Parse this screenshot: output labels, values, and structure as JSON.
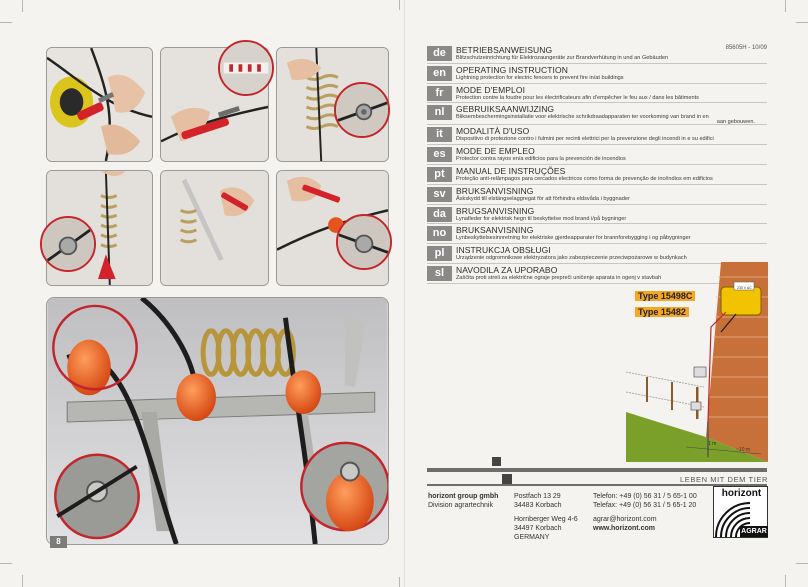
{
  "page": {
    "number": "8",
    "document_code": "85605H - 10/09"
  },
  "languages": [
    {
      "code": "de",
      "title": "BETRIEBSANWEISUNG",
      "desc": "Blitzschutzeinrichtung für Elektrozaungeräte zur Brandverhütung in und an Gebäuden"
    },
    {
      "code": "en",
      "title": "OPERATING INSTRUCTION",
      "desc": "Lightning protection for electric fencers to prevent fire in/at buildings"
    },
    {
      "code": "fr",
      "title": "MODE D'EMPLOI",
      "desc": "Protection contre la foudre pour les électrificateurs afin d'empêcher le feu aux / dans les bâtiments"
    },
    {
      "code": "nl",
      "title": "GEBRUIKSAANWIJZING",
      "desc": "Bliksembeschermingsinstallatie voor elektrische schrikdraadapparaten ter voorkoming van brand in en",
      "desc2": "aan gebouwen."
    },
    {
      "code": "it",
      "title": "MODALITÀ D'USO",
      "desc": "Dispositivo di protezione contro i fulmini per recinti elettrici per la prevenzione degli incendi in e su edifici"
    },
    {
      "code": "es",
      "title": "MODE DE EMPLEO",
      "desc": "Protector contra rayos en/a edificios para la prevención de incendios"
    },
    {
      "code": "pt",
      "title": "MANUAL DE INSTRUÇÕES",
      "desc": "Proteção anti-relâmpagos para cercados electricos como forma de prevenção de incêndios em edificios"
    },
    {
      "code": "sv",
      "title": "BRUKSANVISNING",
      "desc": "Åskskydd till elstängselaggregat för att förhindra eldsvåda i byggnader"
    },
    {
      "code": "da",
      "title": "BRUGSANVISNING",
      "desc": "Lynafleder for elektrisk hegn til beskyttelse mod brand i/på bygninger"
    },
    {
      "code": "no",
      "title": "BRUKSANVISNING",
      "desc": "Lynbeskyttelsesinnretning for elektriske gjerdeapparater for brannforebygging i og påbygninger"
    },
    {
      "code": "pl",
      "title": "INSTRUKCJA OBSŁUGI",
      "desc": "Urządzenie odgromnikowe elektryzatora jako zabezpieczenie przeciwpożarowe w budynkach"
    },
    {
      "code": "sl",
      "title": "NAVODILA ZA UPORABO",
      "desc": "Zaščita proti streli za električne ograje prepreči uničenje aparata in ogenj v stavbah"
    }
  ],
  "illustration": {
    "type_a": "Type 15498C",
    "type_b": "Type 15482",
    "device_label": "230 V AC",
    "dim_1": "1 m",
    "dim_2": "~10 m"
  },
  "footer": {
    "tagline": "LEBEN MIT DEM TIER",
    "company": "horizont group gmbh",
    "division": "Division agrartechnik",
    "po_box": "Postfach 13 29",
    "po_city": "34483 Korbach",
    "street": "Hornberger Weg 4-6",
    "street_city": "34497 Korbach",
    "country": "GERMANY",
    "phone": "Telefon:  +49 (0) 56 31 / 5 65-1 00",
    "fax": "Telefax:  +49 (0) 56 31 / 5 65-1 20",
    "email": "agrar@horizont.com",
    "web": "www.horizont.com",
    "logo_name": "horizont",
    "logo_sub": "AGRAR"
  },
  "colors": {
    "insulator_orange": "#e8541e",
    "lang_box": "#8a8987",
    "wall_brick": "#c8703a",
    "highlight_red": "#d3222a"
  }
}
